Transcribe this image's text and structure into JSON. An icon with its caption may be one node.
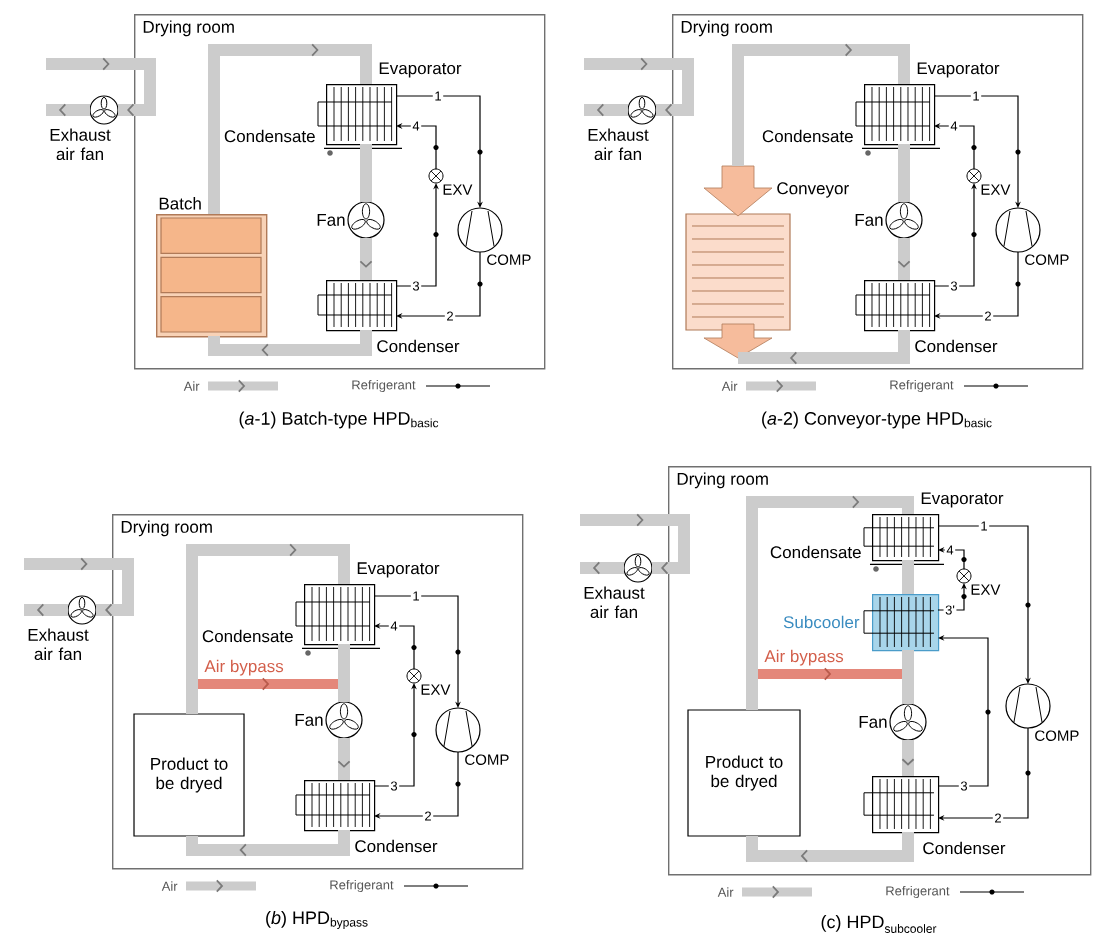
{
  "diagram": {
    "nodes": [
      {
        "text": [
          "Drying room"
        ]
      },
      {
        "text": [
          "Exhaust air fan"
        ]
      },
      {
        "text": [
          "Evaporator"
        ],
        "in": 0
      },
      {
        "text": [
          "Batch"
        ],
        "in": 0
      },
      {
        "text": [
          "Fan"
        ],
        "in": 0
      },
      {
        "text": [
          "EXV"
        ],
        "in": 0
      },
      {
        "text": [
          "COMP"
        ],
        "in": 0
      },
      {
        "text": [
          "Condenser"
        ],
        "in": 0
      },
      {
        "text": [
          "Drying room"
        ]
      },
      {
        "text": [
          "Exhaust air fan"
        ]
      },
      {
        "text": [
          "Evaporator"
        ],
        "in": 8
      },
      {
        "text": [
          "Conveyor"
        ],
        "in": 8
      },
      {
        "text": [
          "Fan"
        ],
        "in": 8
      },
      {
        "text": [
          "EXV"
        ],
        "in": 8
      },
      {
        "text": [
          "COMP"
        ],
        "in": 8
      },
      {
        "text": [
          "Condenser"
        ],
        "in": 8
      },
      {
        "text": [
          "Drying room"
        ]
      },
      {
        "text": [
          "Exhaust air fan"
        ]
      },
      {
        "text": [
          "Evaporator"
        ],
        "in": 16
      },
      {
        "text": [
          "Product to be dryed"
        ],
        "in": 16
      },
      {
        "text": [
          "Fan"
        ],
        "in": 16
      },
      {
        "text": [
          "EXV"
        ],
        "in": 16
      },
      {
        "text": [
          "COMP"
        ],
        "in": 16
      },
      {
        "text": [
          "Condenser"
        ],
        "in": 16
      },
      {
        "text": [
          "Drying room"
        ]
      },
      {
        "text": [
          "Exhaust air fan"
        ]
      },
      {
        "text": [
          "Evaporator"
        ],
        "in": 24
      },
      {
        "text": [
          "Subcooler"
        ],
        "in": 24
      },
      {
        "text": [
          "Product to be dryed"
        ],
        "in": 24
      },
      {
        "text": [
          "Fan"
        ],
        "in": 24
      },
      {
        "text": [
          "EXV"
        ],
        "in": 24
      },
      {
        "text": [
          "COMP"
        ],
        "in": 24
      },
      {
        "text": [
          "Condenser"
        ],
        "in": 24
      }
    ],
    "edges": [
      {
        "from": null,
        "to": 1,
        "arrow": "to"
      },
      {
        "from": 1,
        "to": null,
        "arrow": "to"
      },
      {
        "from": 3,
        "to": 2,
        "arrow": "to"
      },
      {
        "from": 2,
        "to": 4,
        "arrow": "none"
      },
      {
        "from": 4,
        "to": 7,
        "arrow": "to"
      },
      {
        "from": 7,
        "to": 3,
        "arrow": "to"
      },
      {
        "from": 2,
        "to": 6,
        "arrow": "to",
        "label": "1",
        "color": "#000000"
      },
      {
        "from": 6,
        "to": 7,
        "arrow": "to",
        "label": "2",
        "color": "#000000"
      },
      {
        "from": 7,
        "to": 5,
        "arrow": "to",
        "label": "3",
        "color": "#000000"
      },
      {
        "from": 5,
        "to": 2,
        "arrow": "to",
        "label": "4",
        "color": "#000000"
      },
      {
        "from": null,
        "to": 9,
        "arrow": "to"
      },
      {
        "from": 9,
        "to": null,
        "arrow": "to"
      },
      {
        "from": 11,
        "to": 10,
        "arrow": "to"
      },
      {
        "from": 10,
        "to": 12,
        "arrow": "none"
      },
      {
        "from": 12,
        "to": 15,
        "arrow": "to"
      },
      {
        "from": 15,
        "to": 11,
        "arrow": "to"
      },
      {
        "from": 10,
        "to": 14,
        "arrow": "to",
        "label": "1",
        "color": "#000000"
      },
      {
        "from": 14,
        "to": 15,
        "arrow": "to",
        "label": "2",
        "color": "#000000"
      },
      {
        "from": 15,
        "to": 13,
        "arrow": "to",
        "label": "3",
        "color": "#000000"
      },
      {
        "from": 13,
        "to": 10,
        "arrow": "to",
        "label": "4",
        "color": "#000000"
      },
      {
        "from": null,
        "to": 17,
        "arrow": "to"
      },
      {
        "from": 17,
        "to": null,
        "arrow": "to"
      },
      {
        "from": 19,
        "to": 18,
        "arrow": "to"
      },
      {
        "from": 18,
        "to": 20,
        "arrow": "none"
      },
      {
        "from": 20,
        "to": 23,
        "arrow": "to"
      },
      {
        "from": 23,
        "to": 19,
        "arrow": "to"
      },
      {
        "from": 18,
        "to": 22,
        "arrow": "to",
        "label": "1",
        "color": "#000000"
      },
      {
        "from": 22,
        "to": 23,
        "arrow": "to",
        "label": "2",
        "color": "#000000"
      },
      {
        "from": 23,
        "to": 21,
        "arrow": "to",
        "label": "3",
        "color": "#000000"
      },
      {
        "from": 21,
        "to": 18,
        "arrow": "to",
        "label": "4",
        "color": "#000000"
      },
      {
        "from": null,
        "to": 25,
        "arrow": "to"
      },
      {
        "from": 25,
        "to": null,
        "arrow": "to"
      },
      {
        "from": 28,
        "to": 26,
        "arrow": "to"
      },
      {
        "from": 26,
        "to": 27,
        "arrow": "none"
      },
      {
        "from": 27,
        "to": 29,
        "arrow": "none"
      },
      {
        "from": 29,
        "to": 32,
        "arrow": "to"
      },
      {
        "from": 32,
        "to": 28,
        "arrow": "to"
      },
      {
        "from": 26,
        "to": 31,
        "arrow": "to",
        "label": "1",
        "color": "#000000"
      },
      {
        "from": 31,
        "to": 32,
        "arrow": "to",
        "label": "2",
        "color": "#000000"
      },
      {
        "from": 32,
        "to": 27,
        "arrow": "to",
        "label": "3",
        "color": "#000000"
      },
      {
        "from": 27,
        "to": 30,
        "arrow": "to",
        "label": "3'",
        "color": "#000000"
      },
      {
        "from": 30,
        "to": 26,
        "arrow": "to",
        "label": "4",
        "color": "#000000"
      }
    ],
    "labels": [
      "Condensate",
      "(*a*-1) Batch-type HPD$_{basic}$",
      "Condensate",
      "(*a*-2) Conveyor-type HPD$_{basic}$",
      "Condensate",
      "Air bypass",
      "(*b*) HPD$_{bypass}$",
      "Condensate",
      "Air bypass",
      "\\text{(c) HPD}_{\\text{subcooler}}"
    ],
    "legend": [
      {
        "text": "Air"
      },
      {
        "text": "Refrigerant"
      },
      {
        "text": "Air"
      },
      {
        "text": "Refrigerant"
      },
      {
        "text": "Air"
      },
      {
        "text": "Refrigerant"
      },
      {
        "text": "Air"
      },
      {
        "text": "Refrigerant"
      }
    ]
  }
}
